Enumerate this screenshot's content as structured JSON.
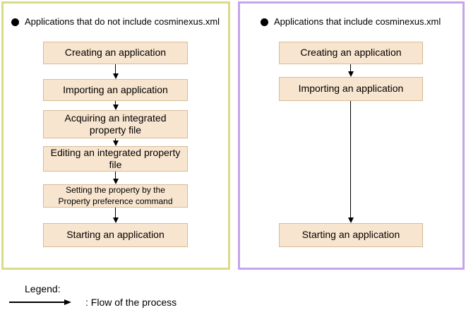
{
  "diagram": {
    "left_panel": {
      "title": "Applications that do not include cosminexus.xml",
      "steps": [
        {
          "label": "Creating an application"
        },
        {
          "label": "Importing an application"
        },
        {
          "label": "Acquiring an integrated\nproperty file"
        },
        {
          "label": "Editing an integrated property\nfile"
        },
        {
          "label": "Setting the property by the\nProperty preference command"
        },
        {
          "label": "Starting an application"
        }
      ]
    },
    "right_panel": {
      "title": "Applications that include cosminexus.xml",
      "steps": [
        {
          "label": "Creating an application"
        },
        {
          "label": "Importing an application"
        },
        {
          "label": "Starting an application"
        }
      ]
    },
    "legend": {
      "title": "Legend:",
      "flow_arrow_meaning": ": Flow of the process"
    },
    "colors": {
      "left_panel_border": "#D9DC87",
      "right_panel_border": "#C8A3EB",
      "process_box_fill": "#F8E5CF",
      "process_box_border": "#D9BA96",
      "arrow": "#000000",
      "text": "#000000",
      "background": "#FFFFFF"
    }
  }
}
